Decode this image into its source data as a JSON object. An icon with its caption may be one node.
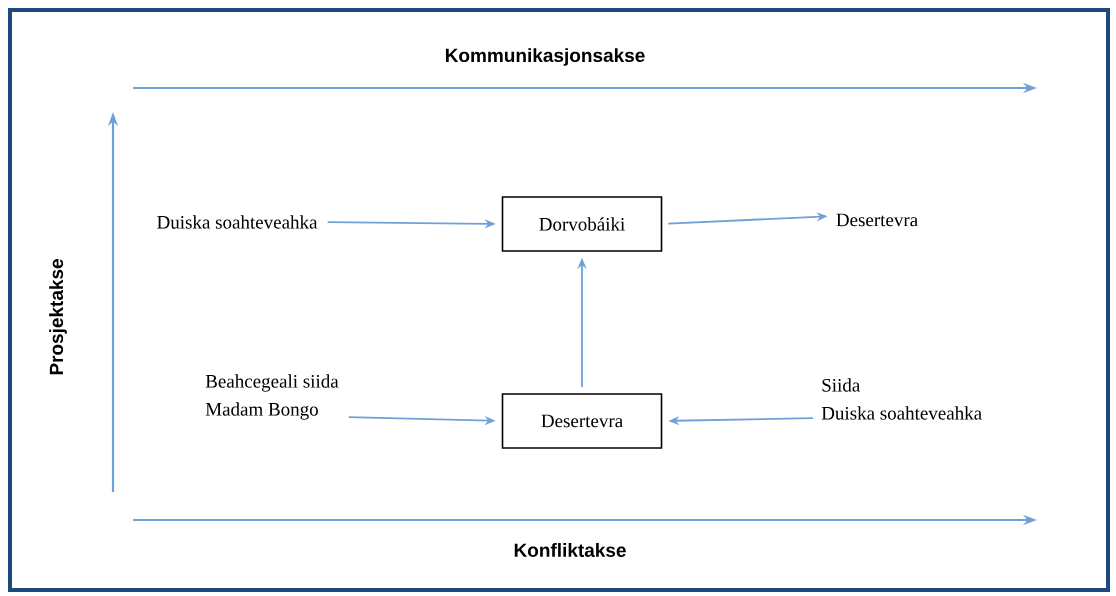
{
  "diagram": {
    "nodes": [
      {
        "text": [
          "Dorvobáiki"
        ]
      },
      {
        "text": [
          "Desertevra"
        ]
      },
      {
        "text": [
          "Duiska soahteveahka"
        ]
      },
      {
        "text": [
          "Desertevra"
        ]
      },
      {
        "text": [
          "Beahcegeali siida",
          "Madam Bongo"
        ]
      },
      {
        "text": [
          "Siida",
          "Duiska soahteveahka"
        ]
      }
    ],
    "edges": [
      {
        "from": 2,
        "to": 0,
        "arrow": "to"
      },
      {
        "from": 0,
        "to": 3,
        "arrow": "to"
      },
      {
        "from": 1,
        "to": 0,
        "arrow": "to"
      },
      {
        "from": 4,
        "to": 1,
        "arrow": "to"
      },
      {
        "from": 5,
        "to": 1,
        "arrow": "to"
      }
    ],
    "labels": [
      "Kommunikasjonsakse",
      "Prosjektakse",
      "Konfliktakse"
    ]
  }
}
